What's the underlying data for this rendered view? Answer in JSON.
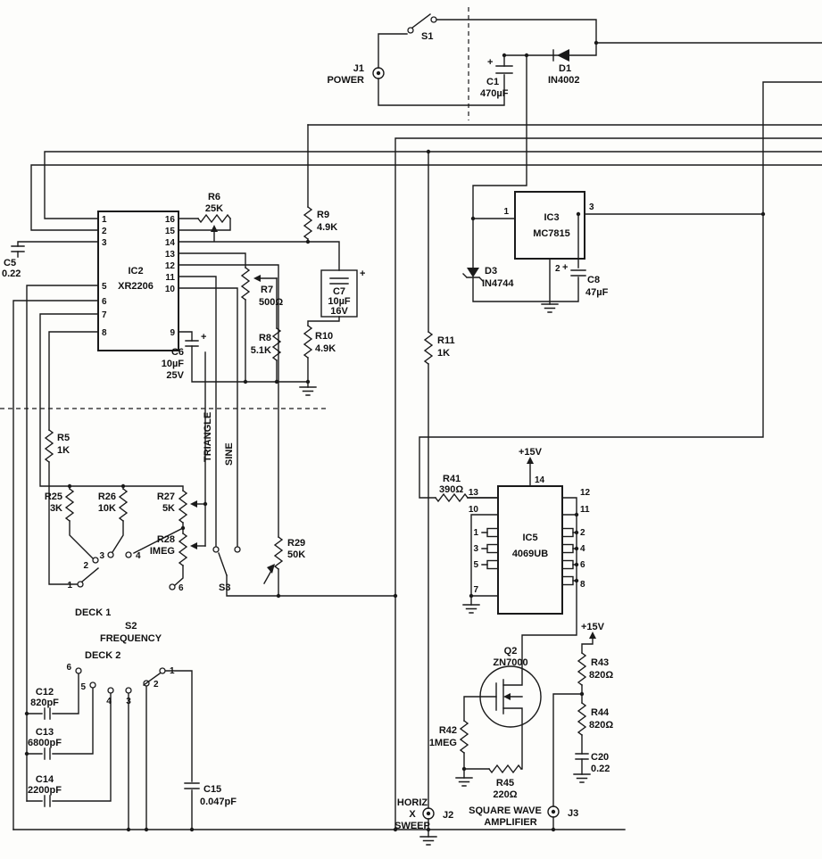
{
  "components": {
    "j1": {
      "ref": "J1",
      "label": "POWER"
    },
    "s1": {
      "ref": "S1"
    },
    "c1": {
      "ref": "C1",
      "value": "470µF"
    },
    "d1": {
      "ref": "D1",
      "value": "IN4002"
    },
    "c5": {
      "ref": "C5",
      "value": "0.22"
    },
    "r6": {
      "ref": "R6",
      "value": "25K"
    },
    "ic2": {
      "ref": "IC2",
      "part": "XR2206"
    },
    "r9": {
      "ref": "R9",
      "value": "4.9K"
    },
    "r7": {
      "ref": "R7",
      "value": "500Ω"
    },
    "c7": {
      "ref": "C7",
      "value": "10µF",
      "rating": "16V"
    },
    "r8": {
      "ref": "R8",
      "value": "5.1K"
    },
    "r10": {
      "ref": "R10",
      "value": "4.9K"
    },
    "c6": {
      "ref": "C6",
      "value": "10µF",
      "rating": "25V"
    },
    "ic3": {
      "ref": "IC3",
      "part": "MC7815"
    },
    "d3": {
      "ref": "D3",
      "value": "IN4744"
    },
    "c8": {
      "ref": "C8",
      "value": "47µF"
    },
    "r11": {
      "ref": "R11",
      "value": "1K"
    },
    "r5": {
      "ref": "R5",
      "value": "1K"
    },
    "r25": {
      "ref": "R25",
      "value": "3K"
    },
    "r26": {
      "ref": "R26",
      "value": "10K"
    },
    "r27": {
      "ref": "R27",
      "value": "5K"
    },
    "r28": {
      "ref": "R28",
      "value": "IMEG"
    },
    "r29": {
      "ref": "R29",
      "value": "50K"
    },
    "s2": {
      "ref": "S2",
      "label": "FREQUENCY",
      "deck1": "DECK 1",
      "deck2": "DECK 2"
    },
    "s3": {
      "ref": "S3"
    },
    "r41": {
      "ref": "R41",
      "value": "390Ω"
    },
    "ic5": {
      "ref": "IC5",
      "part": "4069UB"
    },
    "q2": {
      "ref": "Q2",
      "part": "ZN7000"
    },
    "r42": {
      "ref": "R42",
      "value": "1MEG"
    },
    "r43": {
      "ref": "R43",
      "value": "820Ω"
    },
    "r44": {
      "ref": "R44",
      "value": "820Ω"
    },
    "r45": {
      "ref": "R45",
      "value": "220Ω"
    },
    "c20": {
      "ref": "C20",
      "value": "0.22"
    },
    "c12": {
      "ref": "C12",
      "value": "820pF"
    },
    "c13": {
      "ref": "C13",
      "value": "6800pF"
    },
    "c14": {
      "ref": "C14",
      "value": "2200pF"
    },
    "c15": {
      "ref": "C15",
      "value": "0.047pF"
    },
    "j2": {
      "ref": "J2",
      "label_lines": [
        "HORIZ",
        "X",
        "SWEEP"
      ]
    },
    "j3": {
      "ref": "J3",
      "label_lines": [
        "SQUARE WAVE",
        "AMPLIFIER"
      ]
    }
  },
  "waveform_labels": {
    "triangle": "TRIANGLE",
    "sine": "SINE"
  },
  "power_labels": {
    "ic5_supply": "+15V",
    "q2_supply": "+15V"
  },
  "polarity": {
    "plus": "+"
  },
  "pins": {
    "ic2_left": [
      "1",
      "2",
      "3",
      "5",
      "6",
      "7",
      "8"
    ],
    "ic2_right": [
      "16",
      "15",
      "14",
      "13",
      "12",
      "11",
      "10",
      "9"
    ],
    "ic3": {
      "in": "1",
      "out": "3",
      "gnd": "2"
    },
    "ic5_top": "14",
    "ic5_left": [
      "13",
      "10",
      "1",
      "3",
      "5",
      "7"
    ],
    "ic5_right": [
      "12",
      "11",
      "2",
      "4",
      "6",
      "8"
    ],
    "s2_deck1": [
      "2",
      "3",
      "4",
      "1",
      "6"
    ],
    "s2_deck2": [
      "6",
      "5",
      "4",
      "3",
      "2",
      "1"
    ]
  }
}
